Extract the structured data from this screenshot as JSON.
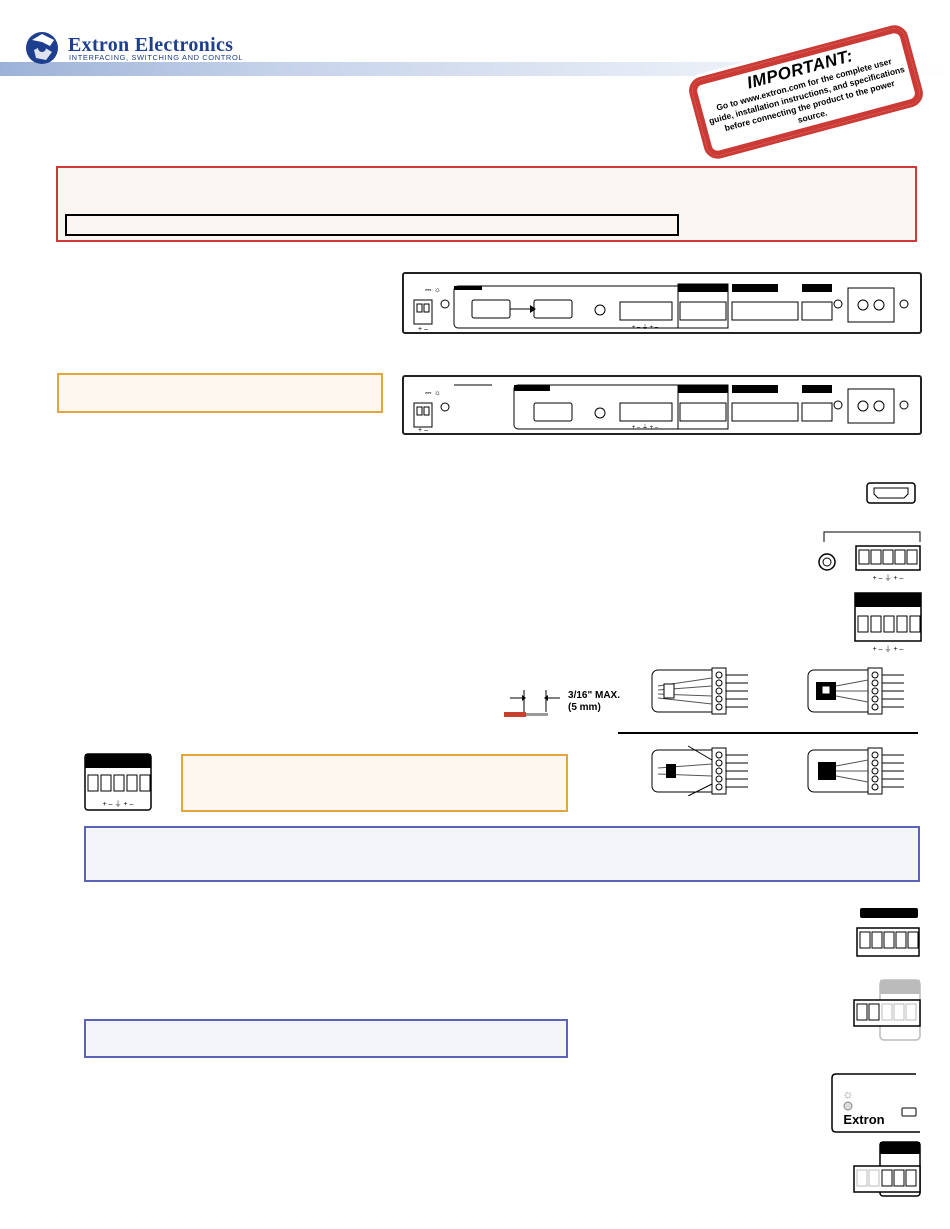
{
  "header": {
    "brand_name": "Extron Electronics",
    "brand_tagline": "INTERFACING, SWITCHING AND CONTROL"
  },
  "stamp": {
    "title": "IMPORTANT:",
    "body": "Go to www.extron.com for the complete user guide, installation instructions, and specifications before connecting the product to the power source."
  },
  "wire_strip": {
    "fraction_num": "3",
    "fraction_den": "16",
    "max_label": "\" MAX.",
    "metric": "(5 mm)"
  },
  "terminal_marks": [
    "+",
    "–",
    "⏚",
    "+",
    "–"
  ],
  "power_marks": [
    "+",
    "–"
  ],
  "device_logo": "Extron",
  "colors": {
    "brand_blue": "#1e3f8f",
    "warning_red": "#cc3a35",
    "note_orange": "#e3a63f",
    "note_blue": "#5b63b8",
    "wire_red": "#c8402e"
  }
}
